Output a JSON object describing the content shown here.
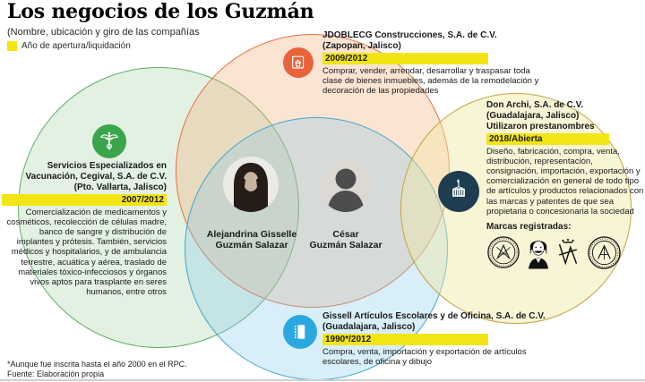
{
  "header": {
    "title": "Los negocios de los Guzmán",
    "subtitle": "(Nombre, ubicación y giro de las compañías",
    "legend_label": "Año de apertura/liquidación"
  },
  "people": {
    "alejandrina": {
      "line1": "Alejandrina Gisselle",
      "line2": "Guzmán Salazar"
    },
    "cesar": {
      "line1": "César",
      "line2": "Guzmán Salazar"
    }
  },
  "companies": {
    "jdoblecg": {
      "name": "JDOBLECG Construcciones, S.A. de C.V.",
      "location": "(Zapopan, Jalisco)",
      "years": "2009/2012",
      "description": "Comprar, vender, arrendar, desarrollar y traspasar toda clase de bienes inmuebles, además de la remodelación y decoración de las propiedades",
      "icon": "house-blueprint-icon"
    },
    "don_archi": {
      "name": "Don Archi, S.A. de C.V.",
      "location": "(Guadalajara, Jalisco)",
      "note": "Utilizaron prestanombres",
      "years": "2018/Abierta",
      "description": "Diseño, fabricación, compra, venta, distribución, representación, consignación, importación, exportación y comercialización en general de todo tipo de artículos y productos relacionados con las marcas y patentes de que sea propietaria o concesionaria la sociedad",
      "marcas_label": "Marcas registradas:",
      "icon": "shipping-container-icon"
    },
    "cegival": {
      "name": "Servicios Especializados en Vacunación, Cegival, S.A. de C.V.",
      "location": "(Pto. Vallarta, Jalisco)",
      "years": "2007/2012",
      "description": "Comercialización de medicamentos y cosméticos, recolección de células madre, banco de sangre y distribución de implantes y prótesis. También, servicios médicos y hospitalarios, y de ambulancia terrestre, acuática y aérea, traslado de materiales tóxico-infecciosos y órganos vivos aptos para trasplante en seres humanos, entre otros",
      "icon": "caduceus-icon"
    },
    "gissell": {
      "name": "Gissell Artículos Escolares y de Oficina, S.A. de C.V.",
      "location": "(Guadalajara, Jalisco)",
      "years": "1990*/2012",
      "description": "Compra, venta, importación y exportación de artículos escolares, de oficina y dibujo",
      "icon": "notebook-icon"
    }
  },
  "footnotes": {
    "line1": "*Aunque fue inscrita hasta el año 2000 en el RPC.",
    "line2": "Fuente: Elaboración propia"
  },
  "colors": {
    "highlight_yellow": "#f3e514",
    "construction_orange": "#e8623a",
    "health_green": "#3aa54a",
    "trademark_navy": "#1d3e50",
    "stationery_blue": "#2aa9e0",
    "circle_green_border": "#5fae66",
    "circle_orange_border": "#e8713c",
    "circle_blue_border": "#41a5cd",
    "circle_yellow_border": "#c2a43e"
  }
}
